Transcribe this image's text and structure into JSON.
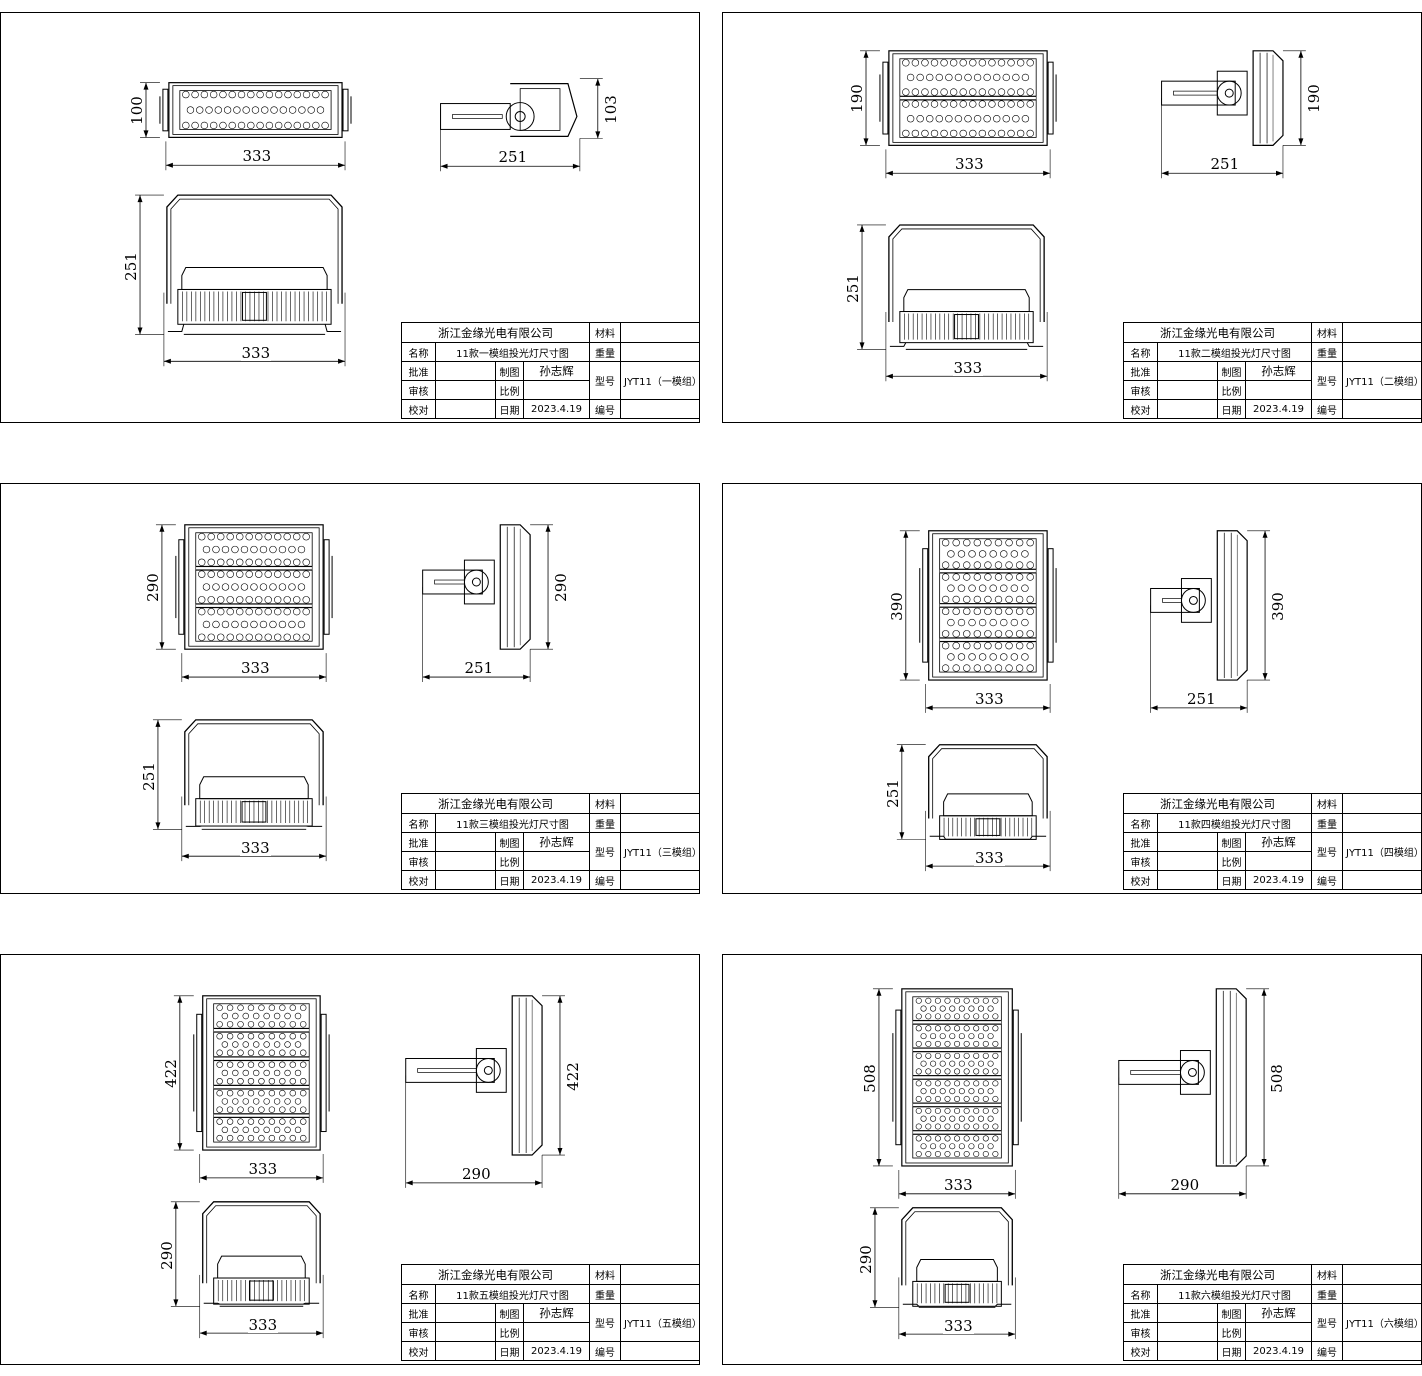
{
  "title_block_labels": {
    "name": "名称",
    "approve": "批准",
    "review": "审核",
    "proof": "校对",
    "drawn": "制图",
    "scale": "比例",
    "date": "日期",
    "material": "材料",
    "weight": "重量",
    "model": "型号",
    "number": "编号"
  },
  "sheets": [
    {
      "company": "浙江金缘光电有限公司",
      "drawing_name": "11款一模组投光灯尺寸图",
      "drafter": "孙志辉",
      "date": "2023.4.19",
      "model": "JYT11（一模组）",
      "dims": {
        "front_h": "100",
        "front_w": "333",
        "side_w": "251",
        "side_h": "103",
        "bottom_h": "251",
        "bottom_w": "333"
      }
    },
    {
      "company": "浙江金缘光电有限公司",
      "drawing_name": "11款二模组投光灯尺寸图",
      "drafter": "孙志辉",
      "date": "2023.4.19",
      "model": "JYT11（二模组）",
      "dims": {
        "front_h": "190",
        "front_w": "333",
        "side_w": "251",
        "side_h": "190",
        "bottom_h": "251",
        "bottom_w": "333"
      }
    },
    {
      "company": "浙江金缘光电有限公司",
      "drawing_name": "11款三模组投光灯尺寸图",
      "drafter": "孙志辉",
      "date": "2023.4.19",
      "model": "JYT11（三模组）",
      "dims": {
        "front_h": "290",
        "front_w": "333",
        "side_w": "251",
        "side_h": "290",
        "bottom_h": "251",
        "bottom_w": "333"
      }
    },
    {
      "company": "浙江金缘光电有限公司",
      "drawing_name": "11款四模组投光灯尺寸图",
      "drafter": "孙志辉",
      "date": "2023.4.19",
      "model": "JYT11（四模组）",
      "dims": {
        "front_h": "390",
        "front_w": "333",
        "side_w": "251",
        "side_h": "390",
        "bottom_h": "251",
        "bottom_w": "333"
      }
    },
    {
      "company": "浙江金缘光电有限公司",
      "drawing_name": "11款五模组投光灯尺寸图",
      "drafter": "孙志辉",
      "date": "2023.4.19",
      "model": "JYT11（五模组）",
      "dims": {
        "front_h": "422",
        "front_w": "333",
        "side_w": "290",
        "side_h": "422",
        "bottom_h": "290",
        "bottom_w": "333"
      }
    },
    {
      "company": "浙江金缘光电有限公司",
      "drawing_name": "11款六模组投光灯尺寸图",
      "drafter": "孙志辉",
      "date": "2023.4.19",
      "model": "JYT11（六模组）",
      "dims": {
        "front_h": "508",
        "front_w": "333",
        "side_w": "290",
        "side_h": "508",
        "bottom_h": "290",
        "bottom_w": "333"
      }
    }
  ]
}
